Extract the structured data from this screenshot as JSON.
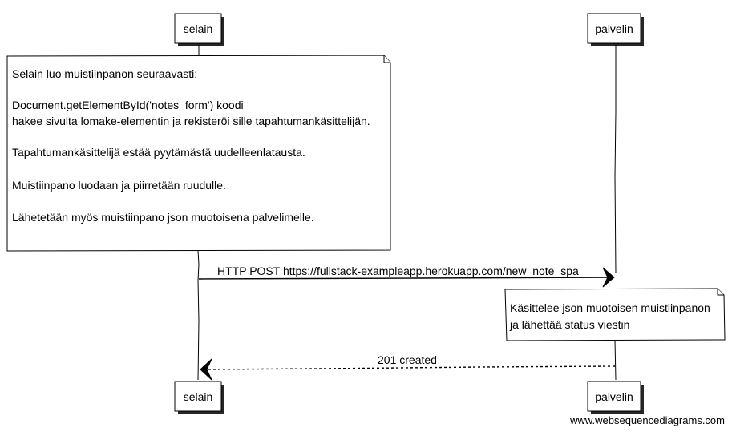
{
  "participants": {
    "browser": "selain",
    "server": "palvelin"
  },
  "notes": {
    "browser_note": [
      "Selain luo muistiinpanon seuraavasti:",
      "",
      "Document.getElementById('notes_form') koodi",
      "hakee sivulta lomake-elementin ja rekisteröi sille tapahtumankäsittelijän.",
      "",
      "Tapahtumankäsittelijä estää pyytämästä uudelleenlatausta.",
      "",
      "Muistiinpano luodaan ja piirretään ruudulle.",
      "",
      "Lähetetään myös muistiinpano json muotoisena palvelimelle."
    ],
    "server_note": [
      "Käsittelee json muotoisen muistiinpanon",
      "ja lähettää status viestin"
    ]
  },
  "messages": {
    "request": "HTTP POST https://fullstack-exampleapp.herokuapp.com/new_note_spa",
    "response": "201 created"
  },
  "credit": "www.websequencediagrams.com"
}
